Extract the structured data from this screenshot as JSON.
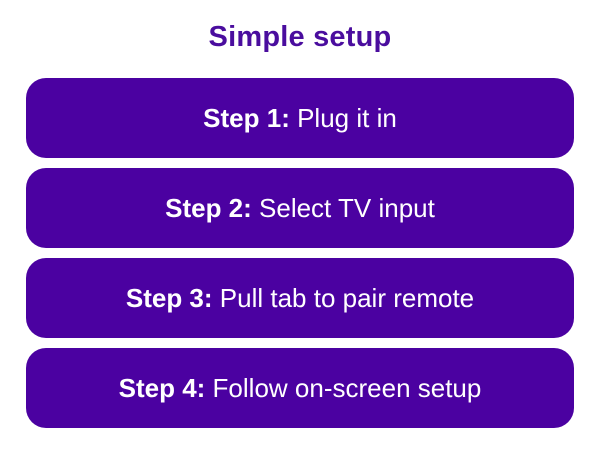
{
  "page": {
    "background_color": "#ffffff"
  },
  "title": {
    "text": "Simple setup",
    "color": "#4a0d9e"
  },
  "steps": {
    "pill_background_color": "#4b01a1",
    "pill_text_color": "#ffffff",
    "items": [
      {
        "label": "Step 1:",
        "text": " Plug it in"
      },
      {
        "label": "Step 2:",
        "text": " Select TV input"
      },
      {
        "label": "Step 3:",
        "text": " Pull tab to pair remote"
      },
      {
        "label": "Step 4:",
        "text": " Follow on-screen setup"
      }
    ]
  }
}
